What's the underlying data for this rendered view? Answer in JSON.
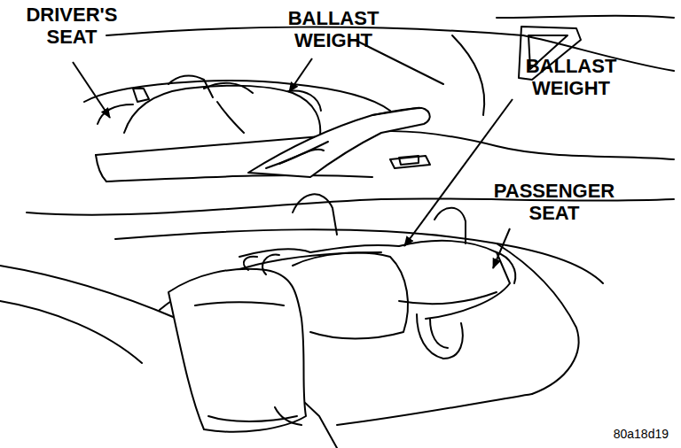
{
  "diagram": {
    "labels": [
      "DRIVER'S SEAT",
      "BALLAST WEIGHT",
      "BALLAST WEIGHT",
      "PASSENGER SEAT",
      "80a18d19"
    ]
  }
}
